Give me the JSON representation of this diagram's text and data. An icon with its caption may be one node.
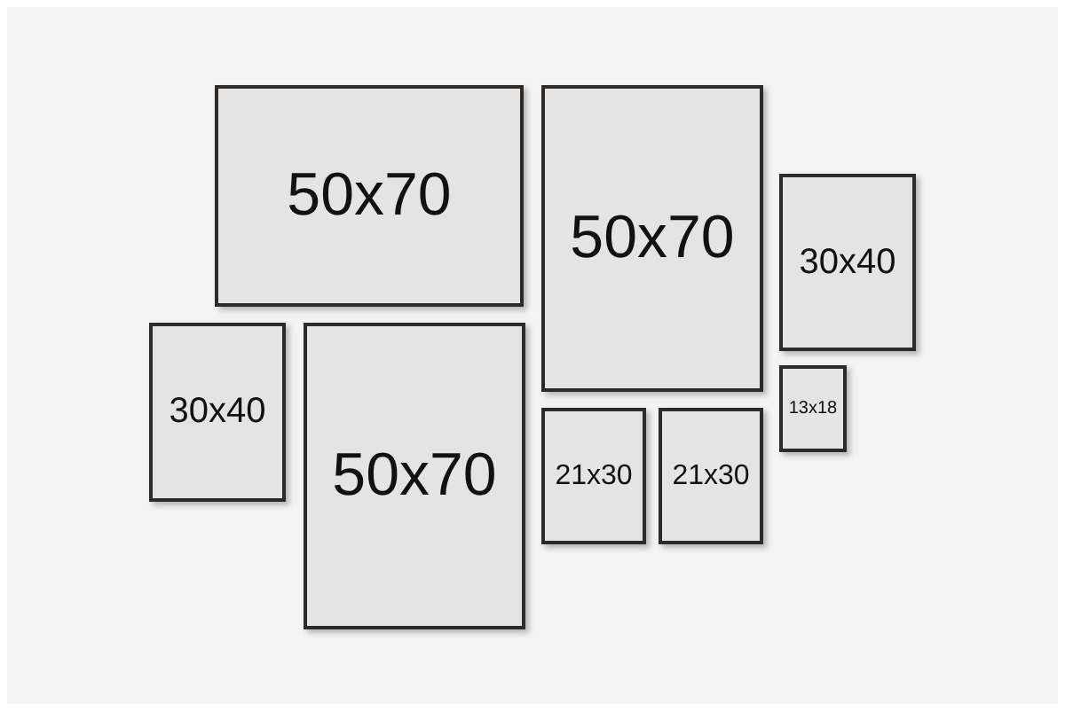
{
  "diagram": {
    "nodes": [
      {
        "text": [
          "50x70"
        ]
      },
      {
        "text": [
          "50x70"
        ]
      },
      {
        "text": [
          "30x40"
        ]
      },
      {
        "text": [
          "30x40"
        ]
      },
      {
        "text": [
          "50x70"
        ]
      },
      {
        "text": [
          "21x30"
        ]
      },
      {
        "text": [
          "21x30"
        ]
      },
      {
        "text": [
          "13x18"
        ]
      }
    ]
  }
}
